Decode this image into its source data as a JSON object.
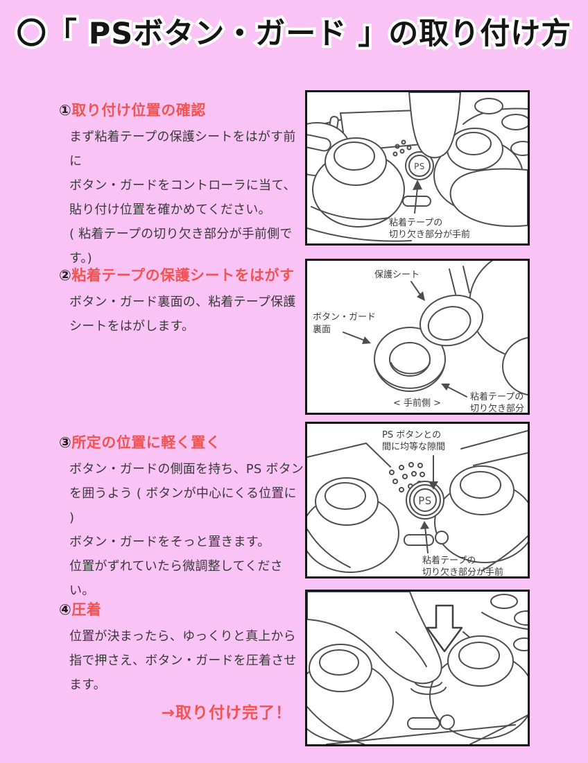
{
  "page": {
    "background_color": "#f9c4f5",
    "accent_color": "#f3534f",
    "title": "〇「 PSボタン・ガード 」の取り付け方"
  },
  "steps": [
    {
      "number": "①",
      "heading": "取り付け位置の確認",
      "body": [
        "まず粘着テープの保護シートをはがす前に",
        "ボタン・ガードをコントローラに当て、",
        "貼り付け位置を確かめてください。",
        "( 粘着テープの切り欠き部分が手前側です。)"
      ]
    },
    {
      "number": "②",
      "heading": "粘着テープの保護シートをはがす",
      "body": [
        "ボタン・ガード裏面の、粘着テープ保護",
        "シートをはがします。"
      ]
    },
    {
      "number": "③",
      "heading": "所定の位置に軽く置く",
      "body": [
        "ボタン・ガードの側面を持ち、PS ボタン",
        "を囲うよう ( ボタンが中心にくる位置に )",
        "ボタン・ガードをそっと置きます。",
        "位置がずれていたら微調整してください。"
      ]
    },
    {
      "number": "④",
      "heading": "圧着",
      "body": [
        "位置が決まったら、ゆっくりと真上から",
        "指で押さえ、ボタン・ガードを圧着させ",
        "ます。"
      ]
    }
  ],
  "completion": "→取り付け完了！",
  "figures": {
    "fig1": {
      "ps": "PS",
      "caption1": "粘着テープの",
      "caption2": "切り欠き部分が手前"
    },
    "fig2": {
      "sheet": "保護シート",
      "back1": "ボタン・ガード",
      "back2": "裏面",
      "front": "< 手前側 >",
      "notch1": "粘着テープの",
      "notch2": "切り欠き部分"
    },
    "fig3": {
      "gap1": "PS ボタンとの",
      "gap2": "間に均等な隙間",
      "ps": "PS",
      "notch1": "粘着テープの",
      "notch2": "切り欠き部分が手前"
    }
  }
}
